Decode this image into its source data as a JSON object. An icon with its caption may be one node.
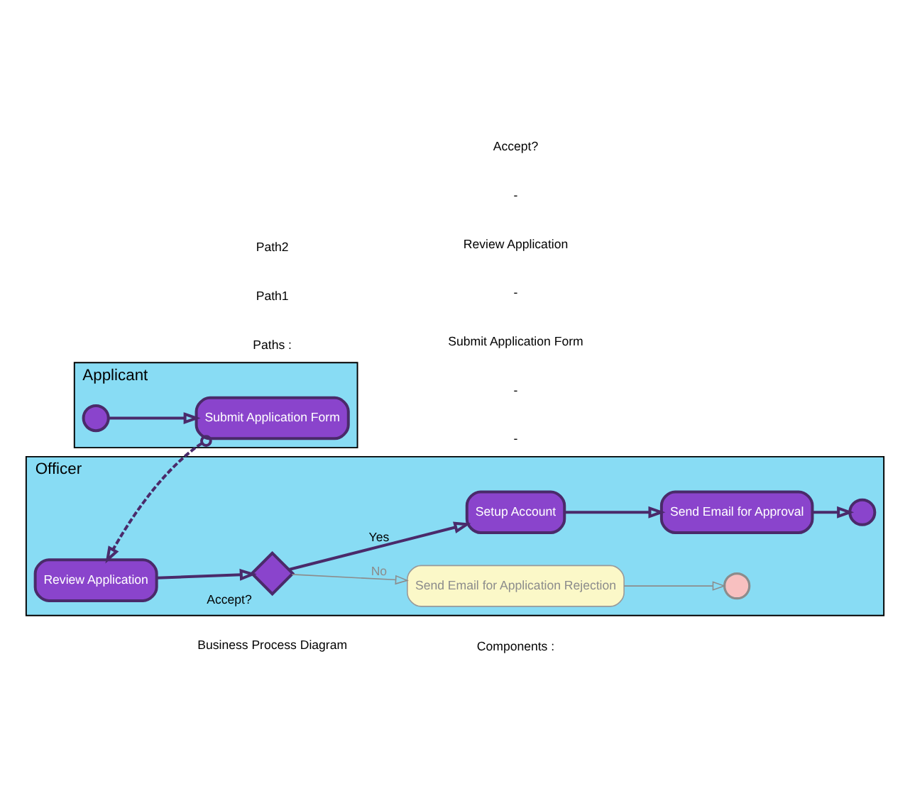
{
  "diagram": {
    "nodes": [
      {
        "text": [
          "Applicant"
        ]
      },
      {
        "text": [],
        "shape": "circle",
        "in": 0
      },
      {
        "text": [
          "Submit Application Form"
        ],
        "in": 0
      },
      {
        "text": [
          "Officer"
        ]
      },
      {
        "text": [
          "Review Application"
        ],
        "in": 3
      },
      {
        "text": [
          "Accept?"
        ],
        "in": 3
      },
      {
        "text": [
          "Send Email for Application Rejection"
        ],
        "in": 3
      },
      {
        "text": [],
        "shape": "circle",
        "in": 3
      },
      {
        "text": [
          "Setup Account"
        ],
        "in": 3
      },
      {
        "text": [
          "Send Email for Approval"
        ],
        "in": 3
      },
      {
        "text": [],
        "shape": "circle",
        "in": 3
      }
    ],
    "edges": [
      {
        "from": 1,
        "to": 2,
        "arrow": "to"
      },
      {
        "from": 2,
        "to": 4,
        "arrow": "to",
        "style": "dashed"
      },
      {
        "from": 4,
        "to": 5,
        "arrow": "to"
      },
      {
        "from": 5,
        "to": 6,
        "arrow": "to",
        "label": "No",
        "color": "#8c8c8c"
      },
      {
        "from": 6,
        "to": 7,
        "arrow": "to",
        "color": "#8c8c8c"
      },
      {
        "from": 5,
        "to": 8,
        "arrow": "to",
        "label": "Yes"
      },
      {
        "from": 8,
        "to": 9,
        "arrow": "to"
      },
      {
        "from": 9,
        "to": 10,
        "arrow": "to"
      }
    ],
    "labels": [
      "Business Process Diagram",
      "Paths :",
      "Path1",
      "Path2",
      "Components :",
      "-",
      "-",
      "Submit Application Form",
      "-",
      "Review Application",
      "-",
      "Accept?"
    ]
  }
}
